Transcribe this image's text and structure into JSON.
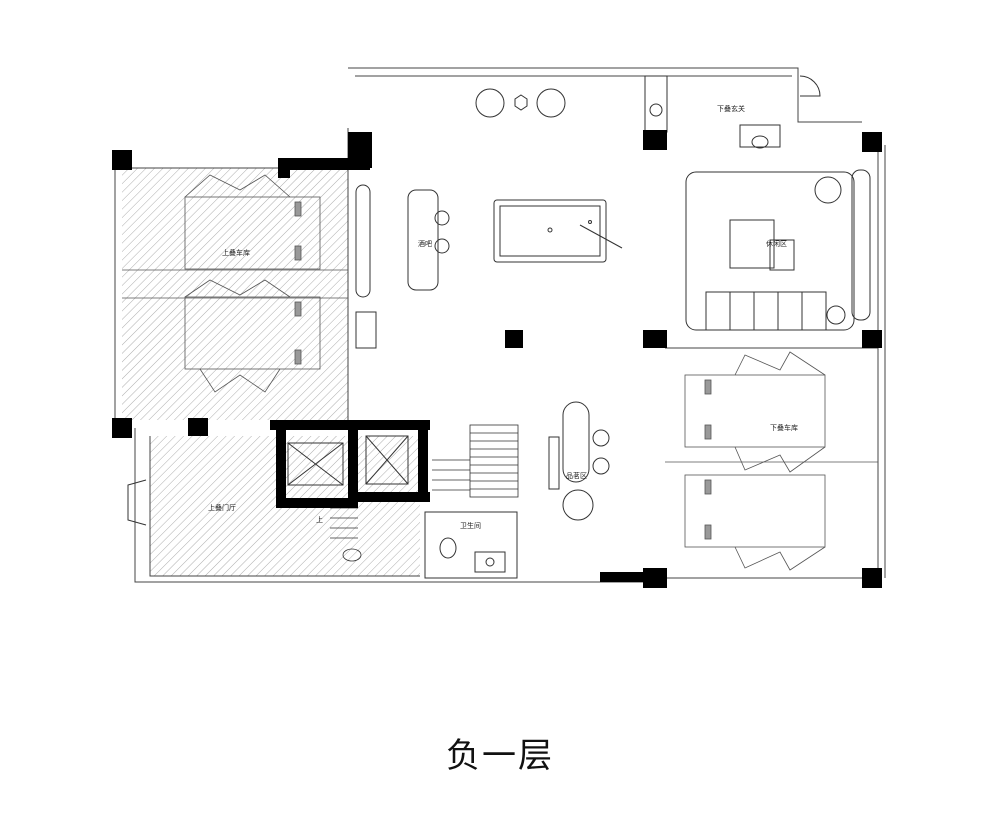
{
  "caption": "负一层",
  "rooms": {
    "upper_garage": "上叠车库",
    "upper_foyer": "上叠门厅",
    "lower_entrance": "下叠玄关",
    "leisure_area": "休闲区",
    "lower_garage": "下叠车库",
    "bar": "酒吧",
    "tea_area": "品茗区",
    "bathroom": "卫生间",
    "stair_up": "上"
  },
  "colors": {
    "wall": "#000000",
    "line": "#444444",
    "hatch": "#888888"
  }
}
